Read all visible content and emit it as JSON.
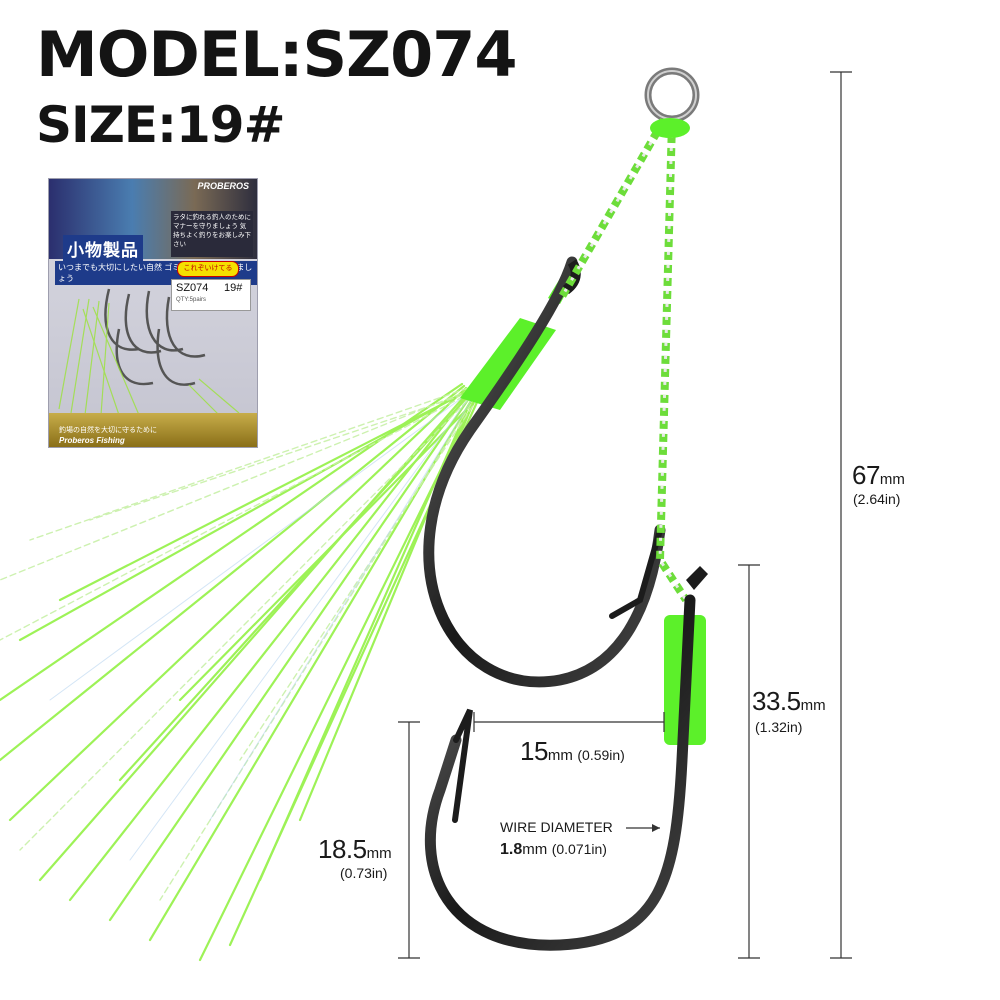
{
  "header": {
    "model_line": "MODEL:SZ074",
    "size_line": "SIZE:19#"
  },
  "package": {
    "brand": "PROBEROS",
    "jp_title": "小物製品",
    "jp_subtitle": "いつまでも大切にしたい自然 ゴミはゆず持ち帰りましょう",
    "jp_notice": "ラタに釣れる釣人のために マナーを守りましょう 気持ちよく釣りをお楽しみ下さい",
    "sticker": "これぞいけてる",
    "model": "SZ074",
    "size": "19#",
    "qty": "QTY:5pairs",
    "footer_jp": "釣場の自然を大切に守るために",
    "footer_brand": "Proberos Fishing"
  },
  "measurements": {
    "total_length": {
      "value": "67",
      "unit": "mm",
      "inch": "(2.64in)"
    },
    "hook_length_large": {
      "value": "33.5",
      "unit": "mm",
      "inch": "(1.32in)"
    },
    "gap_width": {
      "value": "15",
      "unit": "mm",
      "inch": "(0.59in)"
    },
    "hook_length_small": {
      "value": "18.5",
      "unit": "mm",
      "inch": "(0.73in)"
    },
    "wire": {
      "label": "WIRE DIAMETER",
      "value": "1.8",
      "unit": "mm",
      "inch": "(0.071in)"
    }
  },
  "colors": {
    "thread_green": "#5cf02a",
    "hook_dark": "#1c1c1c",
    "flash_green": "#8df03a"
  },
  "icons": [
    "fishing-hook-icon",
    "solid-ring-icon",
    "assist-cord-icon",
    "flash-skirt-icon"
  ]
}
